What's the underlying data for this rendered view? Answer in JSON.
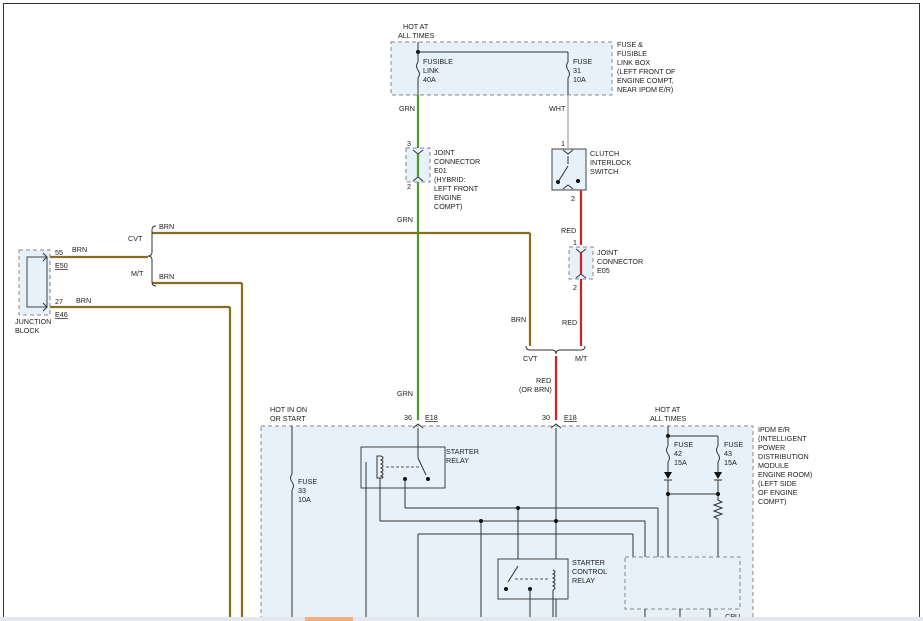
{
  "colors": {
    "grn": "#4c9a2a",
    "brn": "#8a6d1e",
    "red": "#d42020",
    "wht": "#c8c8c8",
    "box_fill": "#e6f1fa"
  },
  "top_power": {
    "hot": "HOT AT",
    "times": "ALL TIMES"
  },
  "fuse_box": {
    "l1": "FUSE &",
    "l2": "FUSIBLE",
    "l3": "LINK BOX",
    "l4": "(LEFT FRONT OF",
    "l5": "ENGINE COMPT,",
    "l6": "NEAR IPDM E/R)"
  },
  "fusible_link": {
    "l1": "FUSIBLE",
    "l2": "LINK",
    "l3": "40A"
  },
  "fuse31": {
    "l1": "FUSE",
    "l2": "31",
    "l3": "10A"
  },
  "wires": {
    "grn": "GRN",
    "wht": "WHT",
    "red": "RED",
    "brn": "BRN",
    "red_or_brn_1": "RED",
    "red_or_brn_2": "(OR BRN)"
  },
  "joint_e01": {
    "pin_top": "3",
    "pin_bot": "2",
    "l1": "JOINT",
    "l2": "CONNECTOR",
    "l3": "E01",
    "l4": "(HYBRID:",
    "l5": "LEFT FRONT",
    "l6": "ENGINE",
    "l7": "COMPT)"
  },
  "clutch": {
    "pin_top": "1",
    "pin_bot": "2",
    "l1": "CLUTCH",
    "l2": "INTERLOCK",
    "l3": "SWITCH"
  },
  "joint_e05": {
    "pin_top": "1",
    "pin_bot": "2",
    "l1": "JOINT",
    "l2": "CONNECTOR",
    "l3": "E05"
  },
  "cvt_mt": {
    "cvt": "CVT",
    "mt": "M/T"
  },
  "junction": {
    "pin55": "55",
    "conn_e50": "E50",
    "pin27": "27",
    "conn_e46": "E46",
    "l1": "JUNCTION",
    "l2": "BLOCK"
  },
  "ipdm": {
    "hot_on": "HOT IN ON",
    "or_start": "OR START",
    "hot_at": "HOT AT",
    "all_times": "ALL TIMES",
    "pin36": "36",
    "pin30": "30",
    "conn": "E18",
    "l1": "IPDM E/R",
    "l2": "(INTELLIGENT",
    "l3": "POWER",
    "l4": "DISTRIBUTION",
    "l5": "MODULE",
    "l6": "ENGINE ROOM)",
    "l7": "(LEFT SIDE",
    "l8": "OF ENGINE",
    "l9": "COMPT)",
    "fuse33": {
      "l1": "FUSE",
      "l2": "33",
      "l3": "10A"
    },
    "fuse42": {
      "l1": "FUSE",
      "l2": "42",
      "l3": "15A"
    },
    "fuse43": {
      "l1": "FUSE",
      "l2": "43",
      "l3": "15A"
    },
    "starter_relay": {
      "l1": "STARTER",
      "l2": "RELAY"
    },
    "starter_control": {
      "l1": "STARTER",
      "l2": "CONTROL",
      "l3": "RELAY"
    },
    "cpu": "CPU"
  }
}
